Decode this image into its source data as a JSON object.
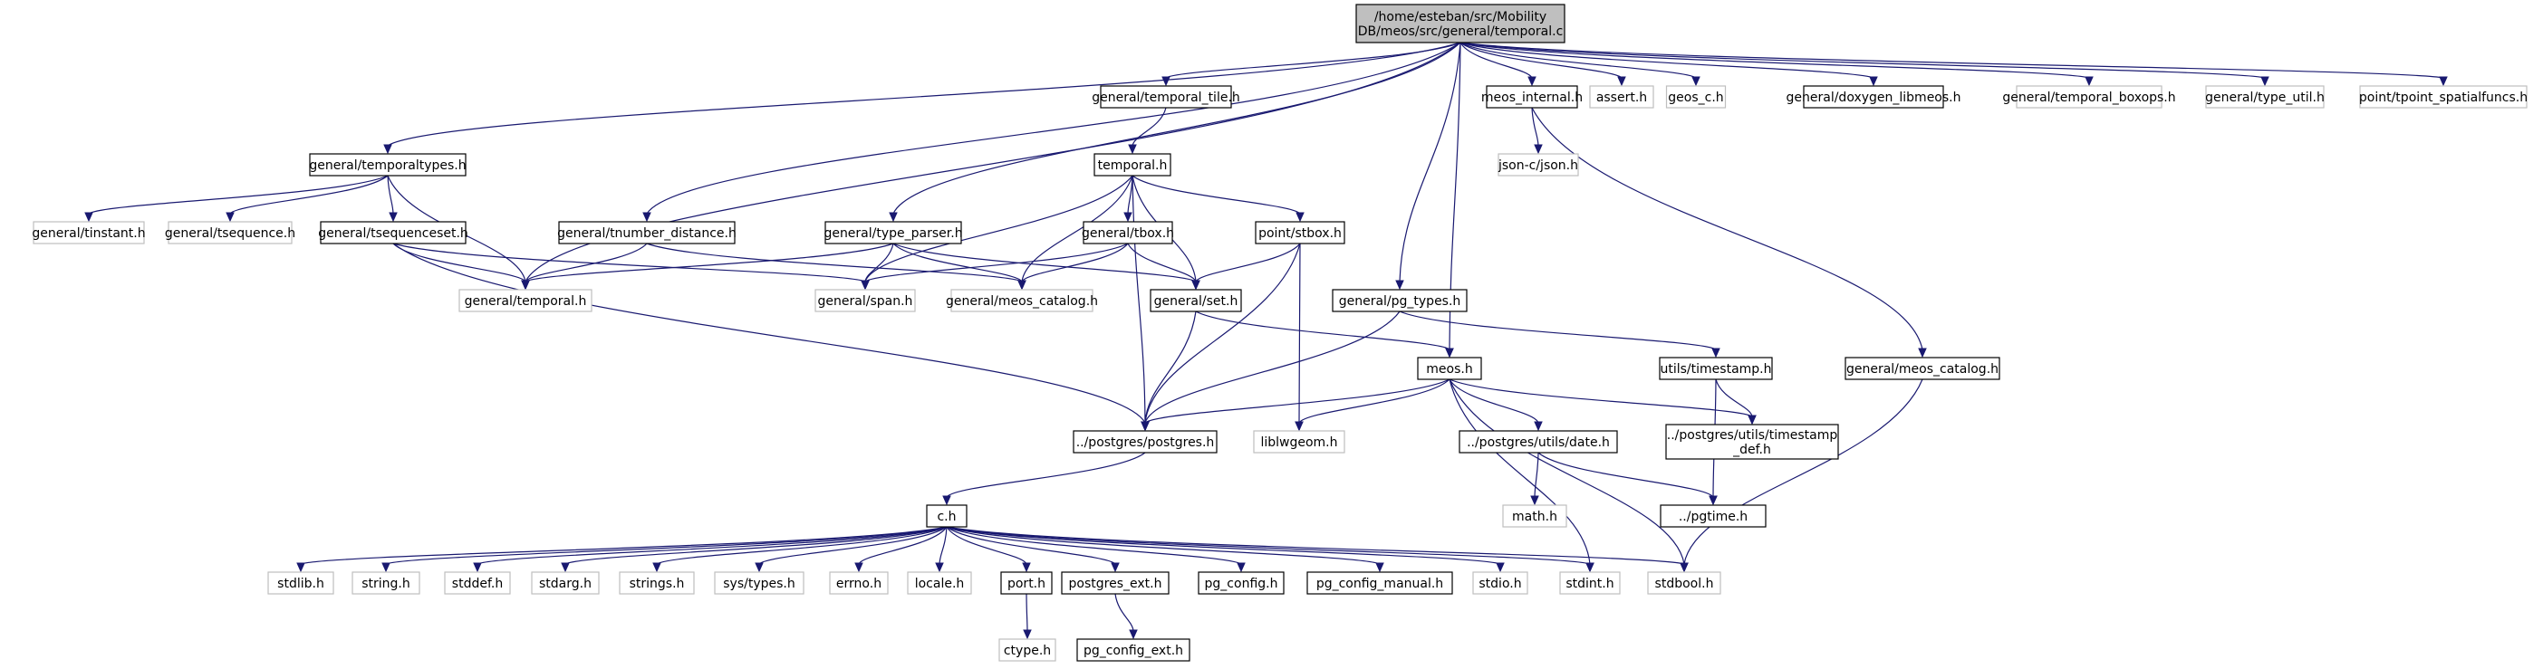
{
  "colors": {
    "edge": "#191970",
    "root_fill": "#bfbfbf",
    "node_border": "#000000",
    "external_border": "#bfbfbf",
    "text": "#000000"
  },
  "root": {
    "lines": [
      "/home/esteban/src/Mobility",
      "DB/meos/src/general/temporal.c"
    ]
  },
  "nodes": [
    {
      "id": "temporal_tile",
      "label": "general/temporal_tile.h",
      "external": false
    },
    {
      "id": "meos_internal",
      "label": "meos_internal.h",
      "external": false
    },
    {
      "id": "assert",
      "label": "assert.h",
      "external": true
    },
    {
      "id": "geos_c",
      "label": "geos_c.h",
      "external": true
    },
    {
      "id": "doxygen_libmeos",
      "label": "general/doxygen_libmeos.h",
      "external": false
    },
    {
      "id": "temporal_boxops",
      "label": "general/temporal_boxops.h",
      "external": true
    },
    {
      "id": "type_util",
      "label": "general/type_util.h",
      "external": true
    },
    {
      "id": "tpoint_spatialfuncs",
      "label": "point/tpoint_spatialfuncs.h",
      "external": true
    },
    {
      "id": "temporaltypes",
      "label": "general/temporaltypes.h",
      "external": false
    },
    {
      "id": "temporal_h",
      "label": "temporal.h",
      "external": false
    },
    {
      "id": "json_c",
      "label": "json-c/json.h",
      "external": true
    },
    {
      "id": "tinstant",
      "label": "general/tinstant.h",
      "external": true
    },
    {
      "id": "tsequence",
      "label": "general/tsequence.h",
      "external": true
    },
    {
      "id": "tsequenceset",
      "label": "general/tsequenceset.h",
      "external": false
    },
    {
      "id": "tnumber_distance",
      "label": "general/tnumber_distance.h",
      "external": false
    },
    {
      "id": "type_parser",
      "label": "general/type_parser.h",
      "external": false
    },
    {
      "id": "tbox",
      "label": "general/tbox.h",
      "external": false
    },
    {
      "id": "stbox",
      "label": "point/stbox.h",
      "external": false
    },
    {
      "id": "general_temporal",
      "label": "general/temporal.h",
      "external": true
    },
    {
      "id": "span",
      "label": "general/span.h",
      "external": true
    },
    {
      "id": "meos_catalog_gen",
      "label": "general/meos_catalog.h",
      "external": true
    },
    {
      "id": "set",
      "label": "general/set.h",
      "external": false
    },
    {
      "id": "pg_types",
      "label": "general/pg_types.h",
      "external": false
    },
    {
      "id": "meos_h",
      "label": "meos.h",
      "external": false
    },
    {
      "id": "utils_timestamp",
      "label": "utils/timestamp.h",
      "external": false
    },
    {
      "id": "meos_catalog_b",
      "label": "general/meos_catalog.h",
      "external": false
    },
    {
      "id": "postgres",
      "label": "../postgres/postgres.h",
      "external": false
    },
    {
      "id": "liblwgeom",
      "label": "liblwgeom.h",
      "external": true
    },
    {
      "id": "date_h",
      "label": "../postgres/utils/date.h",
      "external": false
    },
    {
      "id": "timestamp_def",
      "label": "../postgres/utils/timestamp\n_def.h",
      "external": false
    },
    {
      "id": "c_h",
      "label": "c.h",
      "external": false
    },
    {
      "id": "math_h",
      "label": "math.h",
      "external": true
    },
    {
      "id": "pgtime",
      "label": "../pgtime.h",
      "external": false
    },
    {
      "id": "stdlib",
      "label": "stdlib.h",
      "external": true
    },
    {
      "id": "string",
      "label": "string.h",
      "external": true
    },
    {
      "id": "stddef",
      "label": "stddef.h",
      "external": true
    },
    {
      "id": "stdarg",
      "label": "stdarg.h",
      "external": true
    },
    {
      "id": "strings",
      "label": "strings.h",
      "external": true
    },
    {
      "id": "sys_types",
      "label": "sys/types.h",
      "external": true
    },
    {
      "id": "errno",
      "label": "errno.h",
      "external": true
    },
    {
      "id": "locale",
      "label": "locale.h",
      "external": true
    },
    {
      "id": "port",
      "label": "port.h",
      "external": false
    },
    {
      "id": "postgres_ext",
      "label": "postgres_ext.h",
      "external": false
    },
    {
      "id": "pg_config",
      "label": "pg_config.h",
      "external": false
    },
    {
      "id": "pg_config_manual",
      "label": "pg_config_manual.h",
      "external": false
    },
    {
      "id": "stdio",
      "label": "stdio.h",
      "external": true
    },
    {
      "id": "stdint",
      "label": "stdint.h",
      "external": true
    },
    {
      "id": "stdbool",
      "label": "stdbool.h",
      "external": true
    },
    {
      "id": "ctype",
      "label": "ctype.h",
      "external": true
    },
    {
      "id": "pg_config_ext",
      "label": "pg_config_ext.h",
      "external": false
    }
  ],
  "edges": [
    [
      "root",
      "temporal_tile"
    ],
    [
      "root",
      "meos_internal"
    ],
    [
      "root",
      "assert"
    ],
    [
      "root",
      "geos_c"
    ],
    [
      "root",
      "doxygen_libmeos"
    ],
    [
      "root",
      "temporal_boxops"
    ],
    [
      "root",
      "type_util"
    ],
    [
      "root",
      "tpoint_spatialfuncs"
    ],
    [
      "root",
      "temporaltypes"
    ],
    [
      "root",
      "general_temporal"
    ],
    [
      "root",
      "tnumber_distance"
    ],
    [
      "root",
      "type_parser"
    ],
    [
      "root",
      "pg_types"
    ],
    [
      "root",
      "meos_h"
    ],
    [
      "temporal_tile",
      "temporal_h"
    ],
    [
      "meos_internal",
      "json_c"
    ],
    [
      "meos_internal",
      "meos_catalog_b"
    ],
    [
      "temporaltypes",
      "tinstant"
    ],
    [
      "temporaltypes",
      "tsequence"
    ],
    [
      "temporaltypes",
      "tsequenceset"
    ],
    [
      "temporaltypes",
      "general_temporal"
    ],
    [
      "temporal_h",
      "tbox"
    ],
    [
      "temporal_h",
      "stbox"
    ],
    [
      "temporal_h",
      "span"
    ],
    [
      "temporal_h",
      "meos_catalog_gen"
    ],
    [
      "temporal_h",
      "set"
    ],
    [
      "temporal_h",
      "postgres"
    ],
    [
      "tsequenceset",
      "general_temporal"
    ],
    [
      "tsequenceset",
      "span"
    ],
    [
      "tsequenceset",
      "postgres"
    ],
    [
      "tnumber_distance",
      "general_temporal"
    ],
    [
      "tnumber_distance",
      "meos_catalog_gen"
    ],
    [
      "type_parser",
      "general_temporal"
    ],
    [
      "type_parser",
      "span"
    ],
    [
      "type_parser",
      "meos_catalog_gen"
    ],
    [
      "type_parser",
      "set"
    ],
    [
      "tbox",
      "span"
    ],
    [
      "tbox",
      "meos_catalog_gen"
    ],
    [
      "tbox",
      "set"
    ],
    [
      "stbox",
      "set"
    ],
    [
      "stbox",
      "postgres"
    ],
    [
      "stbox",
      "liblwgeom"
    ],
    [
      "set",
      "postgres"
    ],
    [
      "set",
      "meos_h"
    ],
    [
      "pg_types",
      "postgres"
    ],
    [
      "pg_types",
      "utils_timestamp"
    ],
    [
      "meos_h",
      "postgres"
    ],
    [
      "meos_h",
      "liblwgeom"
    ],
    [
      "meos_h",
      "date_h"
    ],
    [
      "meos_h",
      "timestamp_def"
    ],
    [
      "meos_h",
      "stdint"
    ],
    [
      "meos_h",
      "stdbool"
    ],
    [
      "utils_timestamp",
      "timestamp_def"
    ],
    [
      "utils_timestamp",
      "pgtime"
    ],
    [
      "meos_catalog_b",
      "stdbool"
    ],
    [
      "postgres",
      "c_h"
    ],
    [
      "date_h",
      "math_h"
    ],
    [
      "date_h",
      "pgtime"
    ],
    [
      "c_h",
      "stdlib"
    ],
    [
      "c_h",
      "string"
    ],
    [
      "c_h",
      "stddef"
    ],
    [
      "c_h",
      "stdarg"
    ],
    [
      "c_h",
      "strings"
    ],
    [
      "c_h",
      "sys_types"
    ],
    [
      "c_h",
      "errno"
    ],
    [
      "c_h",
      "locale"
    ],
    [
      "c_h",
      "port"
    ],
    [
      "c_h",
      "postgres_ext"
    ],
    [
      "c_h",
      "pg_config"
    ],
    [
      "c_h",
      "pg_config_manual"
    ],
    [
      "c_h",
      "stdio"
    ],
    [
      "c_h",
      "stdint"
    ],
    [
      "c_h",
      "stdbool"
    ],
    [
      "port",
      "ctype"
    ],
    [
      "postgres_ext",
      "pg_config_ext"
    ]
  ]
}
